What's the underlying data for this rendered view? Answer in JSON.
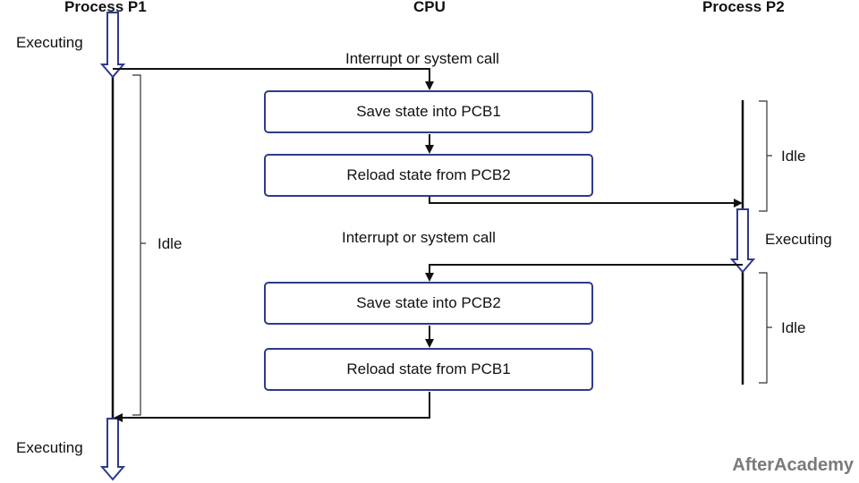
{
  "headers": {
    "p1": "Process P1",
    "cpu": "CPU",
    "p2": "Process P2"
  },
  "labels": {
    "p1_exec_top": "Executing",
    "p1_idle": "Idle",
    "p1_exec_bottom": "Executing",
    "p2_idle_top": "Idle",
    "p2_exec": "Executing",
    "p2_idle_bottom": "Idle",
    "interrupt_1": "Interrupt or system call",
    "interrupt_2": "Interrupt or system call"
  },
  "boxes": {
    "save_pcb1": "Save state into PCB1",
    "reload_pcb2": "Reload state from PCB2",
    "save_pcb2": "Save state into PCB2",
    "reload_pcb1": "Reload state from PCB1"
  },
  "brand": "AfterAcademy",
  "colors": {
    "box_border": "#2e3a8c",
    "arrow_fill": "#ffffff",
    "line": "#111111",
    "brand": "#7a7a7a"
  }
}
